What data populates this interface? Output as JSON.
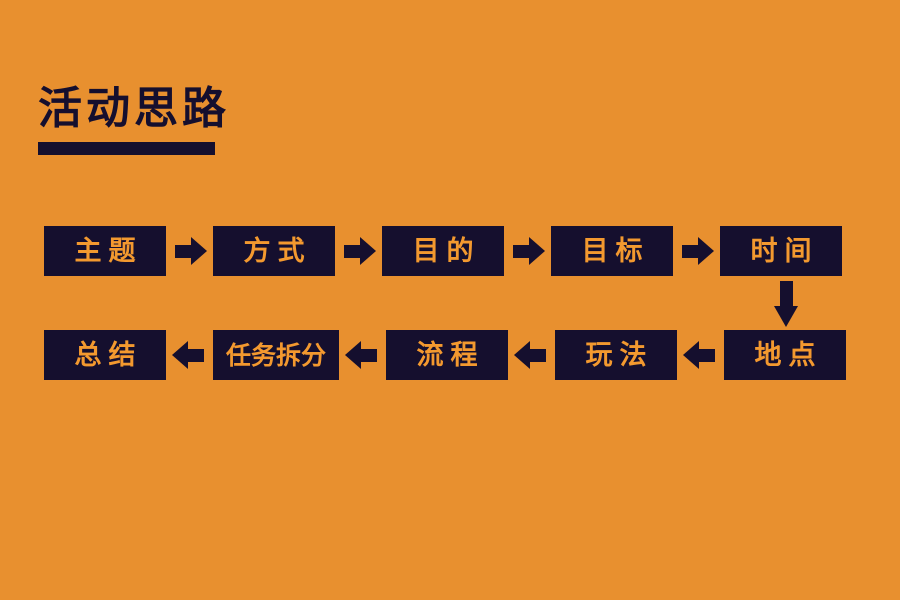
{
  "slide": {
    "background_color": "#e8902f",
    "accent_color": "#150f2e",
    "node_text_color": "#f3992f",
    "title": "活动思路"
  },
  "flow": {
    "top_row": [
      {
        "label": "主题",
        "chars": 2
      },
      {
        "label": "方式",
        "chars": 2
      },
      {
        "label": "目的",
        "chars": 2
      },
      {
        "label": "目标",
        "chars": 2
      },
      {
        "label": "时间",
        "chars": 2
      }
    ],
    "bottom_row": [
      {
        "label": "总结",
        "chars": 2
      },
      {
        "label": "任务拆分",
        "chars": 4
      },
      {
        "label": "流程",
        "chars": 2
      },
      {
        "label": "玩法",
        "chars": 2
      },
      {
        "label": "地点",
        "chars": 2
      }
    ],
    "connectors": {
      "top_direction": "right",
      "bottom_direction": "left",
      "vertical_direction": "down"
    }
  }
}
